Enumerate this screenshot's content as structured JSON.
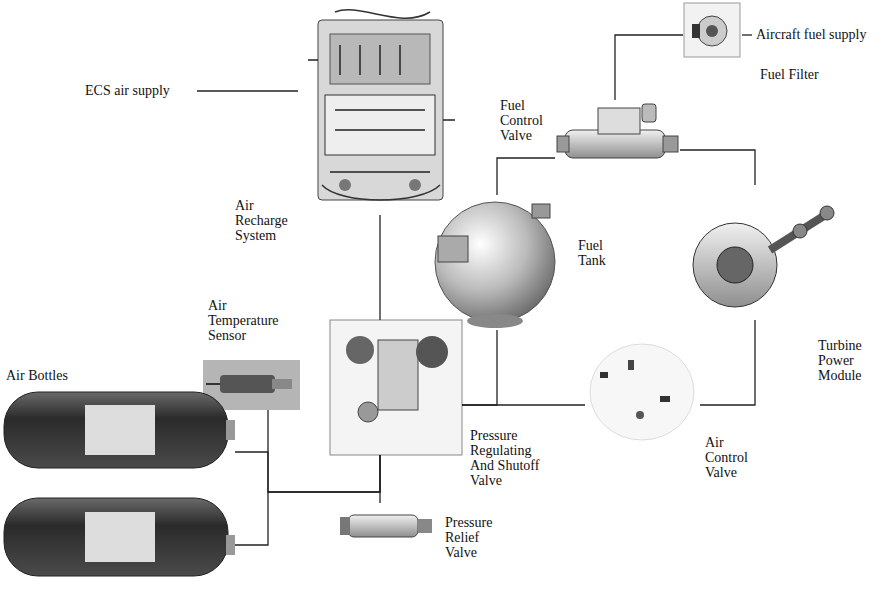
{
  "diagram": {
    "nodes": [
      {
        "text": [
          "Air Recharge System"
        ]
      },
      {
        "text": [
          "Fuel Control Valve"
        ]
      },
      {
        "text": [
          "Fuel Filter"
        ]
      },
      {
        "text": [
          "Fuel Tank"
        ]
      },
      {
        "text": [
          "Turbine Power Module"
        ]
      },
      {
        "text": [
          "Air Temperature Sensor"
        ]
      },
      {
        "text": [
          "Air Bottles"
        ]
      },
      {
        "text": [
          "Pressure Regulating And Shutoff Valve"
        ]
      },
      {
        "text": [
          "Pressure Relief Valve"
        ]
      },
      {
        "text": [
          "Air Control Valve"
        ]
      }
    ],
    "edges": [
      {
        "from": 0,
        "to": 7,
        "arrow": "none"
      },
      {
        "from": 1,
        "to": 2,
        "arrow": "none"
      },
      {
        "from": 1,
        "to": 3,
        "arrow": "none"
      },
      {
        "from": 1,
        "to": 4,
        "arrow": "none"
      },
      {
        "from": 7,
        "to": 3,
        "arrow": "none"
      },
      {
        "from": 7,
        "to": 9,
        "arrow": "none"
      },
      {
        "from": 9,
        "to": 4,
        "arrow": "none"
      },
      {
        "from": 6,
        "to": 7,
        "arrow": "none"
      },
      {
        "from": 5,
        "to": 7,
        "arrow": "none"
      },
      {
        "from": 8,
        "to": 7,
        "arrow": "none"
      }
    ],
    "labels": [
      "ECS air supply",
      "Aircraft fuel supply"
    ]
  }
}
